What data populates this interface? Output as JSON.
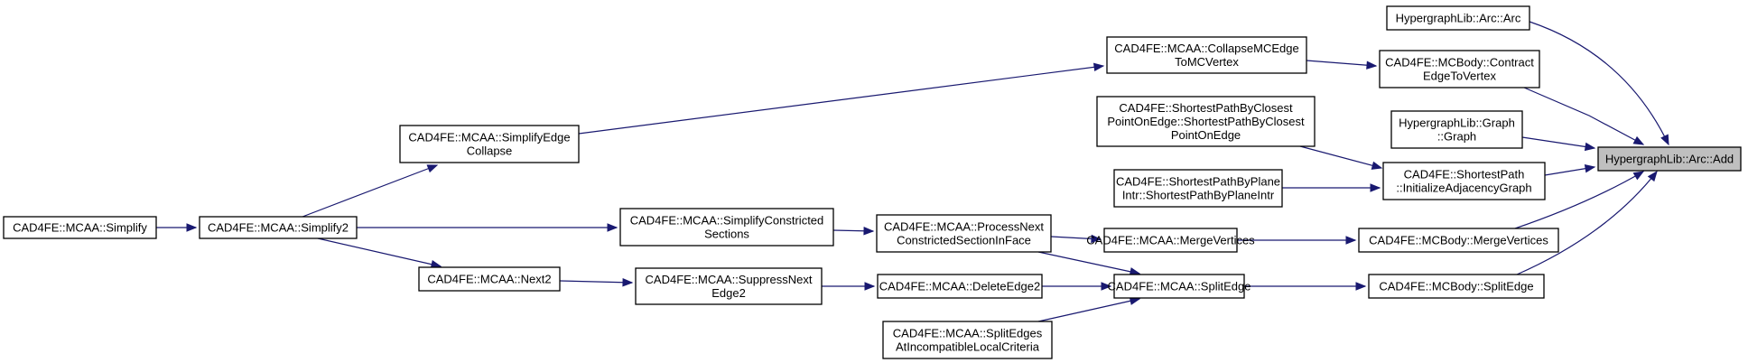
{
  "diagram": {
    "type": "call-graph",
    "colors": {
      "edge": "#191970",
      "node_border": "#000000",
      "node_fill": "#ffffff",
      "root_fill": "#bfbfbf"
    },
    "nodes": [
      {
        "id": "add",
        "lines": [
          "HypergraphLib::Arc::Add"
        ],
        "root": true
      },
      {
        "id": "arc",
        "lines": [
          "HypergraphLib::Arc::Arc"
        ]
      },
      {
        "id": "contract",
        "lines": [
          "CAD4FE::MCBody::Contract",
          "EdgeToVertex"
        ]
      },
      {
        "id": "graph",
        "lines": [
          "HypergraphLib::Graph",
          "::Graph"
        ]
      },
      {
        "id": "initadj",
        "lines": [
          "CAD4FE::ShortestPath",
          "::InitializeAdjacencyGraph"
        ]
      },
      {
        "id": "mcbmerge",
        "lines": [
          "CAD4FE::MCBody::MergeVertices"
        ]
      },
      {
        "id": "mcbsplit",
        "lines": [
          "CAD4FE::MCBody::SplitEdge"
        ]
      },
      {
        "id": "collapse",
        "lines": [
          "CAD4FE::MCAA::CollapseMCEdge",
          "ToMCVertex"
        ]
      },
      {
        "id": "spclosest",
        "lines": [
          "CAD4FE::ShortestPathByClosest",
          "PointOnEdge::ShortestPathByClosest",
          "PointOnEdge"
        ]
      },
      {
        "id": "spplane",
        "lines": [
          "CAD4FE::ShortestPathByPlane",
          "Intr::ShortestPathByPlaneIntr"
        ]
      },
      {
        "id": "mcamerge",
        "lines": [
          "CAD4FE::MCAA::MergeVertices"
        ]
      },
      {
        "id": "mcasplit",
        "lines": [
          "CAD4FE::MCAA::SplitEdge"
        ]
      },
      {
        "id": "process",
        "lines": [
          "CAD4FE::MCAA::ProcessNext",
          "ConstrictedSectionInFace"
        ]
      },
      {
        "id": "delete",
        "lines": [
          "CAD4FE::MCAA::DeleteEdge2"
        ]
      },
      {
        "id": "splitedges",
        "lines": [
          "CAD4FE::MCAA::SplitEdges",
          "AtIncompatibleLocalCriteria"
        ]
      },
      {
        "id": "simpconst",
        "lines": [
          "CAD4FE::MCAA::SimplifyConstricted",
          "Sections"
        ]
      },
      {
        "id": "suppress",
        "lines": [
          "CAD4FE::MCAA::SuppressNext",
          "Edge2"
        ]
      },
      {
        "id": "simpedge",
        "lines": [
          "CAD4FE::MCAA::SimplifyEdge",
          "Collapse"
        ]
      },
      {
        "id": "next2",
        "lines": [
          "CAD4FE::MCAA::Next2"
        ]
      },
      {
        "id": "simplify2",
        "lines": [
          "CAD4FE::MCAA::Simplify2"
        ]
      },
      {
        "id": "simplify",
        "lines": [
          "CAD4FE::MCAA::Simplify"
        ]
      }
    ],
    "edges": [
      {
        "from": "arc",
        "to": "add"
      },
      {
        "from": "contract",
        "to": "add"
      },
      {
        "from": "graph",
        "to": "add"
      },
      {
        "from": "initadj",
        "to": "add"
      },
      {
        "from": "mcbmerge",
        "to": "add"
      },
      {
        "from": "mcbsplit",
        "to": "add"
      },
      {
        "from": "collapse",
        "to": "contract"
      },
      {
        "from": "spclosest",
        "to": "initadj"
      },
      {
        "from": "spplane",
        "to": "initadj"
      },
      {
        "from": "mcamerge",
        "to": "mcbmerge"
      },
      {
        "from": "mcasplit",
        "to": "mcbsplit"
      },
      {
        "from": "process",
        "to": "mcamerge"
      },
      {
        "from": "process",
        "to": "mcasplit"
      },
      {
        "from": "delete",
        "to": "mcasplit"
      },
      {
        "from": "splitedges",
        "to": "mcasplit"
      },
      {
        "from": "simpconst",
        "to": "process"
      },
      {
        "from": "suppress",
        "to": "delete"
      },
      {
        "from": "simpedge",
        "to": "collapse"
      },
      {
        "from": "next2",
        "to": "suppress"
      },
      {
        "from": "simplify2",
        "to": "simpedge"
      },
      {
        "from": "simplify2",
        "to": "simpconst"
      },
      {
        "from": "simplify2",
        "to": "next2"
      },
      {
        "from": "simplify",
        "to": "simplify2"
      }
    ]
  }
}
